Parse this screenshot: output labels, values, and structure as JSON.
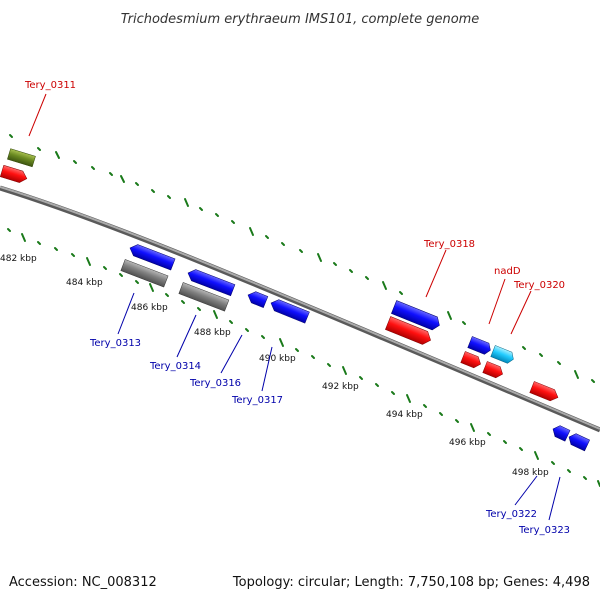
{
  "title": "Trichodesmium erythraeum IMS101, complete genome",
  "accession": "Accession: NC_008312",
  "stats": "Topology: circular; Length: 7,750,108 bp; Genes: 4,498",
  "colors": {
    "forward_label": "#cc0000",
    "reverse_label": "#0000aa",
    "tick": "#1a7a1a",
    "backbone": "#888888"
  },
  "kbp_labels": [
    "482 kbp",
    "484 kbp",
    "486 kbp",
    "488 kbp",
    "490 kbp",
    "492 kbp",
    "494 kbp",
    "496 kbp",
    "498 kbp"
  ],
  "gene_labels": {
    "tery_0311": "Tery_0311",
    "tery_0313": "Tery_0313",
    "tery_0314": "Tery_0314",
    "tery_0316": "Tery_0316",
    "tery_0317": "Tery_0317",
    "tery_0318": "Tery_0318",
    "nadd": "nadD",
    "tery_0320": "Tery_0320",
    "tery_0322": "Tery_0322",
    "tery_0323": "Tery_0323"
  }
}
